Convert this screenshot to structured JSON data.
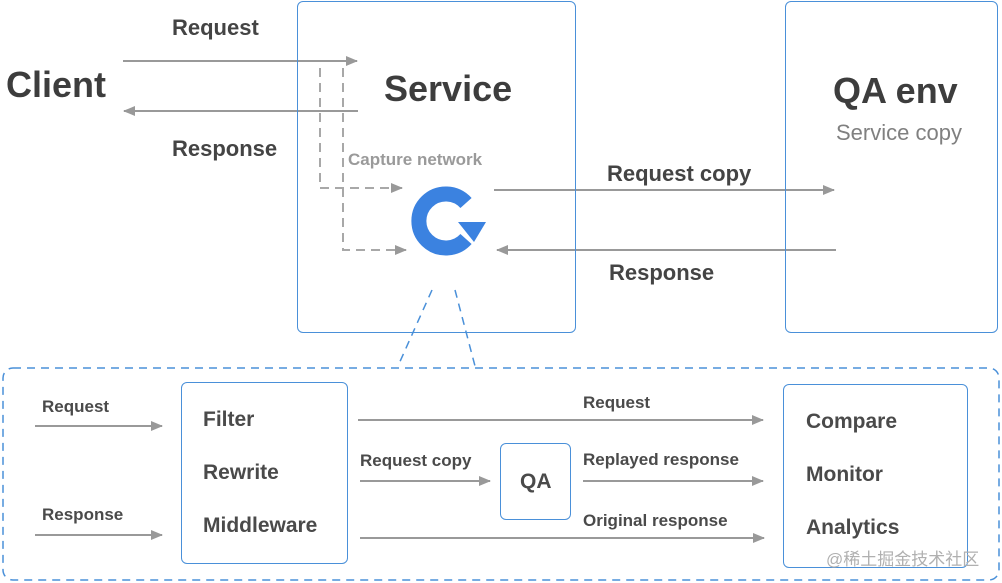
{
  "top": {
    "client": {
      "label": "Client"
    },
    "client_request": "Request",
    "client_response": "Response",
    "service": {
      "title": "Service",
      "capture_label": "Capture network"
    },
    "request_copy": "Request copy",
    "qa_response": "Response",
    "qa_env": {
      "title": "QA env",
      "subtitle": "Service copy"
    }
  },
  "bottom": {
    "in_request": "Request",
    "in_response": "Response",
    "processing": {
      "items": [
        "Filter",
        "Rewrite",
        "Middleware"
      ]
    },
    "request_label": "Request",
    "request_copy_label": "Request copy",
    "qa_box_label": "QA",
    "replayed_response_label": "Replayed response",
    "original_response_label": "Original response",
    "analysis": {
      "items": [
        "Compare",
        "Monitor",
        "Analytics"
      ]
    }
  },
  "watermark": "@稀土掘金技术社区",
  "colors": {
    "box_border": "#4a90d9",
    "arrow": "#999999",
    "capture_icon": "#3b82e0"
  },
  "icons": {
    "capture": "refresh-icon"
  }
}
